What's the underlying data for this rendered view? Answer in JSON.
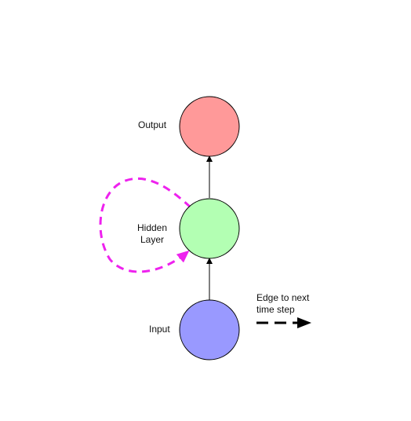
{
  "nodes": {
    "output": {
      "label": "Output",
      "color": "#ff9999"
    },
    "hidden": {
      "label_line1": "Hidden",
      "label_line2": "Layer",
      "color": "#b3ffb3"
    },
    "input": {
      "label": "Input",
      "color": "#9999ff"
    }
  },
  "edges": {
    "color": "#000000",
    "recurrent_color": "#ee22ee"
  },
  "legend": {
    "line1": "Edge to next",
    "line2": "time step"
  }
}
